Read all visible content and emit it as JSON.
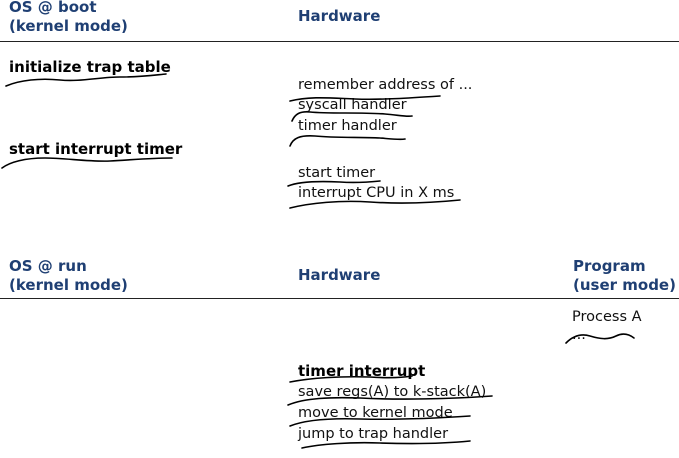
{
  "boot": {
    "os_header_line1": "OS @ boot",
    "os_header_line2": "(kernel mode)",
    "hw_header": "Hardware",
    "os_steps": [
      "initialize trap table",
      "start interrupt timer"
    ],
    "hw_remember_title": "remember address of ...",
    "hw_remember_items": [
      "syscall handler",
      "timer handler"
    ],
    "hw_timer_items": [
      "start timer",
      "interrupt CPU in X ms"
    ]
  },
  "run": {
    "os_header_line1": "OS @ run",
    "os_header_line2": "(kernel mode)",
    "hw_header": "Hardware",
    "prog_header_line1": "Program",
    "prog_header_line2": "(user mode)",
    "prog_items": [
      "Process A",
      "..."
    ],
    "hw_interrupt_title": "timer interrupt",
    "hw_interrupt_items": [
      "save regs(A) to k-stack(A)",
      "move to kernel mode",
      "jump to trap handler"
    ]
  },
  "colors": {
    "header": "#1f3f73",
    "text": "#111111",
    "ink": "#000000"
  }
}
